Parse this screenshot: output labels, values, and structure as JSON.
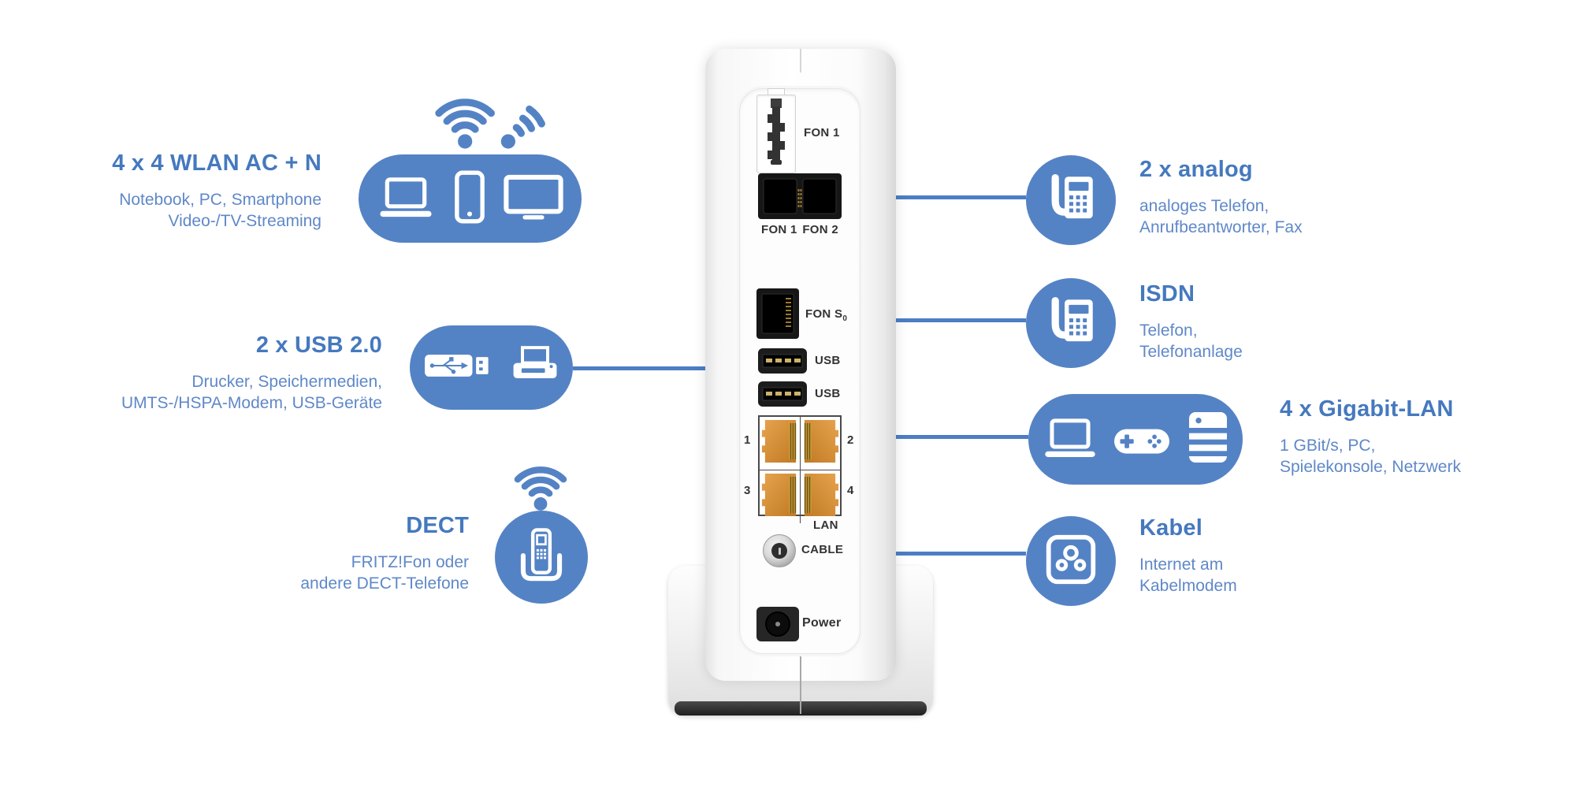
{
  "colors": {
    "accent_blue": "#5483C5",
    "title_blue": "#4579BE",
    "subtitle_blue": "#5F88C8",
    "connector_blue": "#4C7EC4",
    "lan_orange": "#D98F3A",
    "port_label_gray": "#333333"
  },
  "features_left": [
    {
      "id": "wlan",
      "title": "4 x 4 WLAN AC + N",
      "lines": [
        "Notebook, PC, Smartphone",
        "Video-/TV-Streaming"
      ],
      "icons": [
        "wifi",
        "laptop",
        "smartphone",
        "monitor"
      ],
      "wireless": true
    },
    {
      "id": "usb",
      "title": "2 x USB 2.0",
      "lines": [
        "Drucker, Speichermedien,",
        "UMTS-/HSPA-Modem, USB-Geräte"
      ],
      "icons": [
        "usb-stick",
        "printer"
      ],
      "wireless": false
    },
    {
      "id": "dect",
      "title": "DECT",
      "lines": [
        "FRITZ!Fon oder",
        "andere DECT-Telefone"
      ],
      "icons": [
        "wifi",
        "cordless-phone"
      ],
      "wireless": true
    }
  ],
  "features_right": [
    {
      "id": "analog",
      "title": "2 x analog",
      "lines": [
        "analoges Telefon,",
        "Anrufbeantworter, Fax"
      ],
      "icons": [
        "desk-phone"
      ]
    },
    {
      "id": "isdn",
      "title": "ISDN",
      "lines": [
        "Telefon,",
        "Telefonanlage"
      ],
      "icons": [
        "desk-phone"
      ]
    },
    {
      "id": "gigabit-lan",
      "title": "4 x Gigabit-LAN",
      "lines": [
        "1 GBit/s, PC,",
        "Spielekonsole, Netzwerk"
      ],
      "icons": [
        "laptop",
        "gamepad",
        "server"
      ]
    },
    {
      "id": "kabel",
      "title": "Kabel",
      "lines": [
        "Internet am",
        "Kabelmodem"
      ],
      "icons": [
        "cable-socket"
      ]
    }
  ],
  "router": {
    "ports": {
      "tae_label": "FON 1",
      "fon_labels": [
        "FON 1",
        "FON 2"
      ],
      "fon_s_label": "FON S",
      "fon_s_sub": "0",
      "usb_labels": [
        "USB",
        "USB"
      ],
      "lan_numbers": [
        "1",
        "2",
        "3",
        "4"
      ],
      "lan_label": "LAN",
      "cable_label": "CABLE",
      "power_label": "Power"
    }
  }
}
